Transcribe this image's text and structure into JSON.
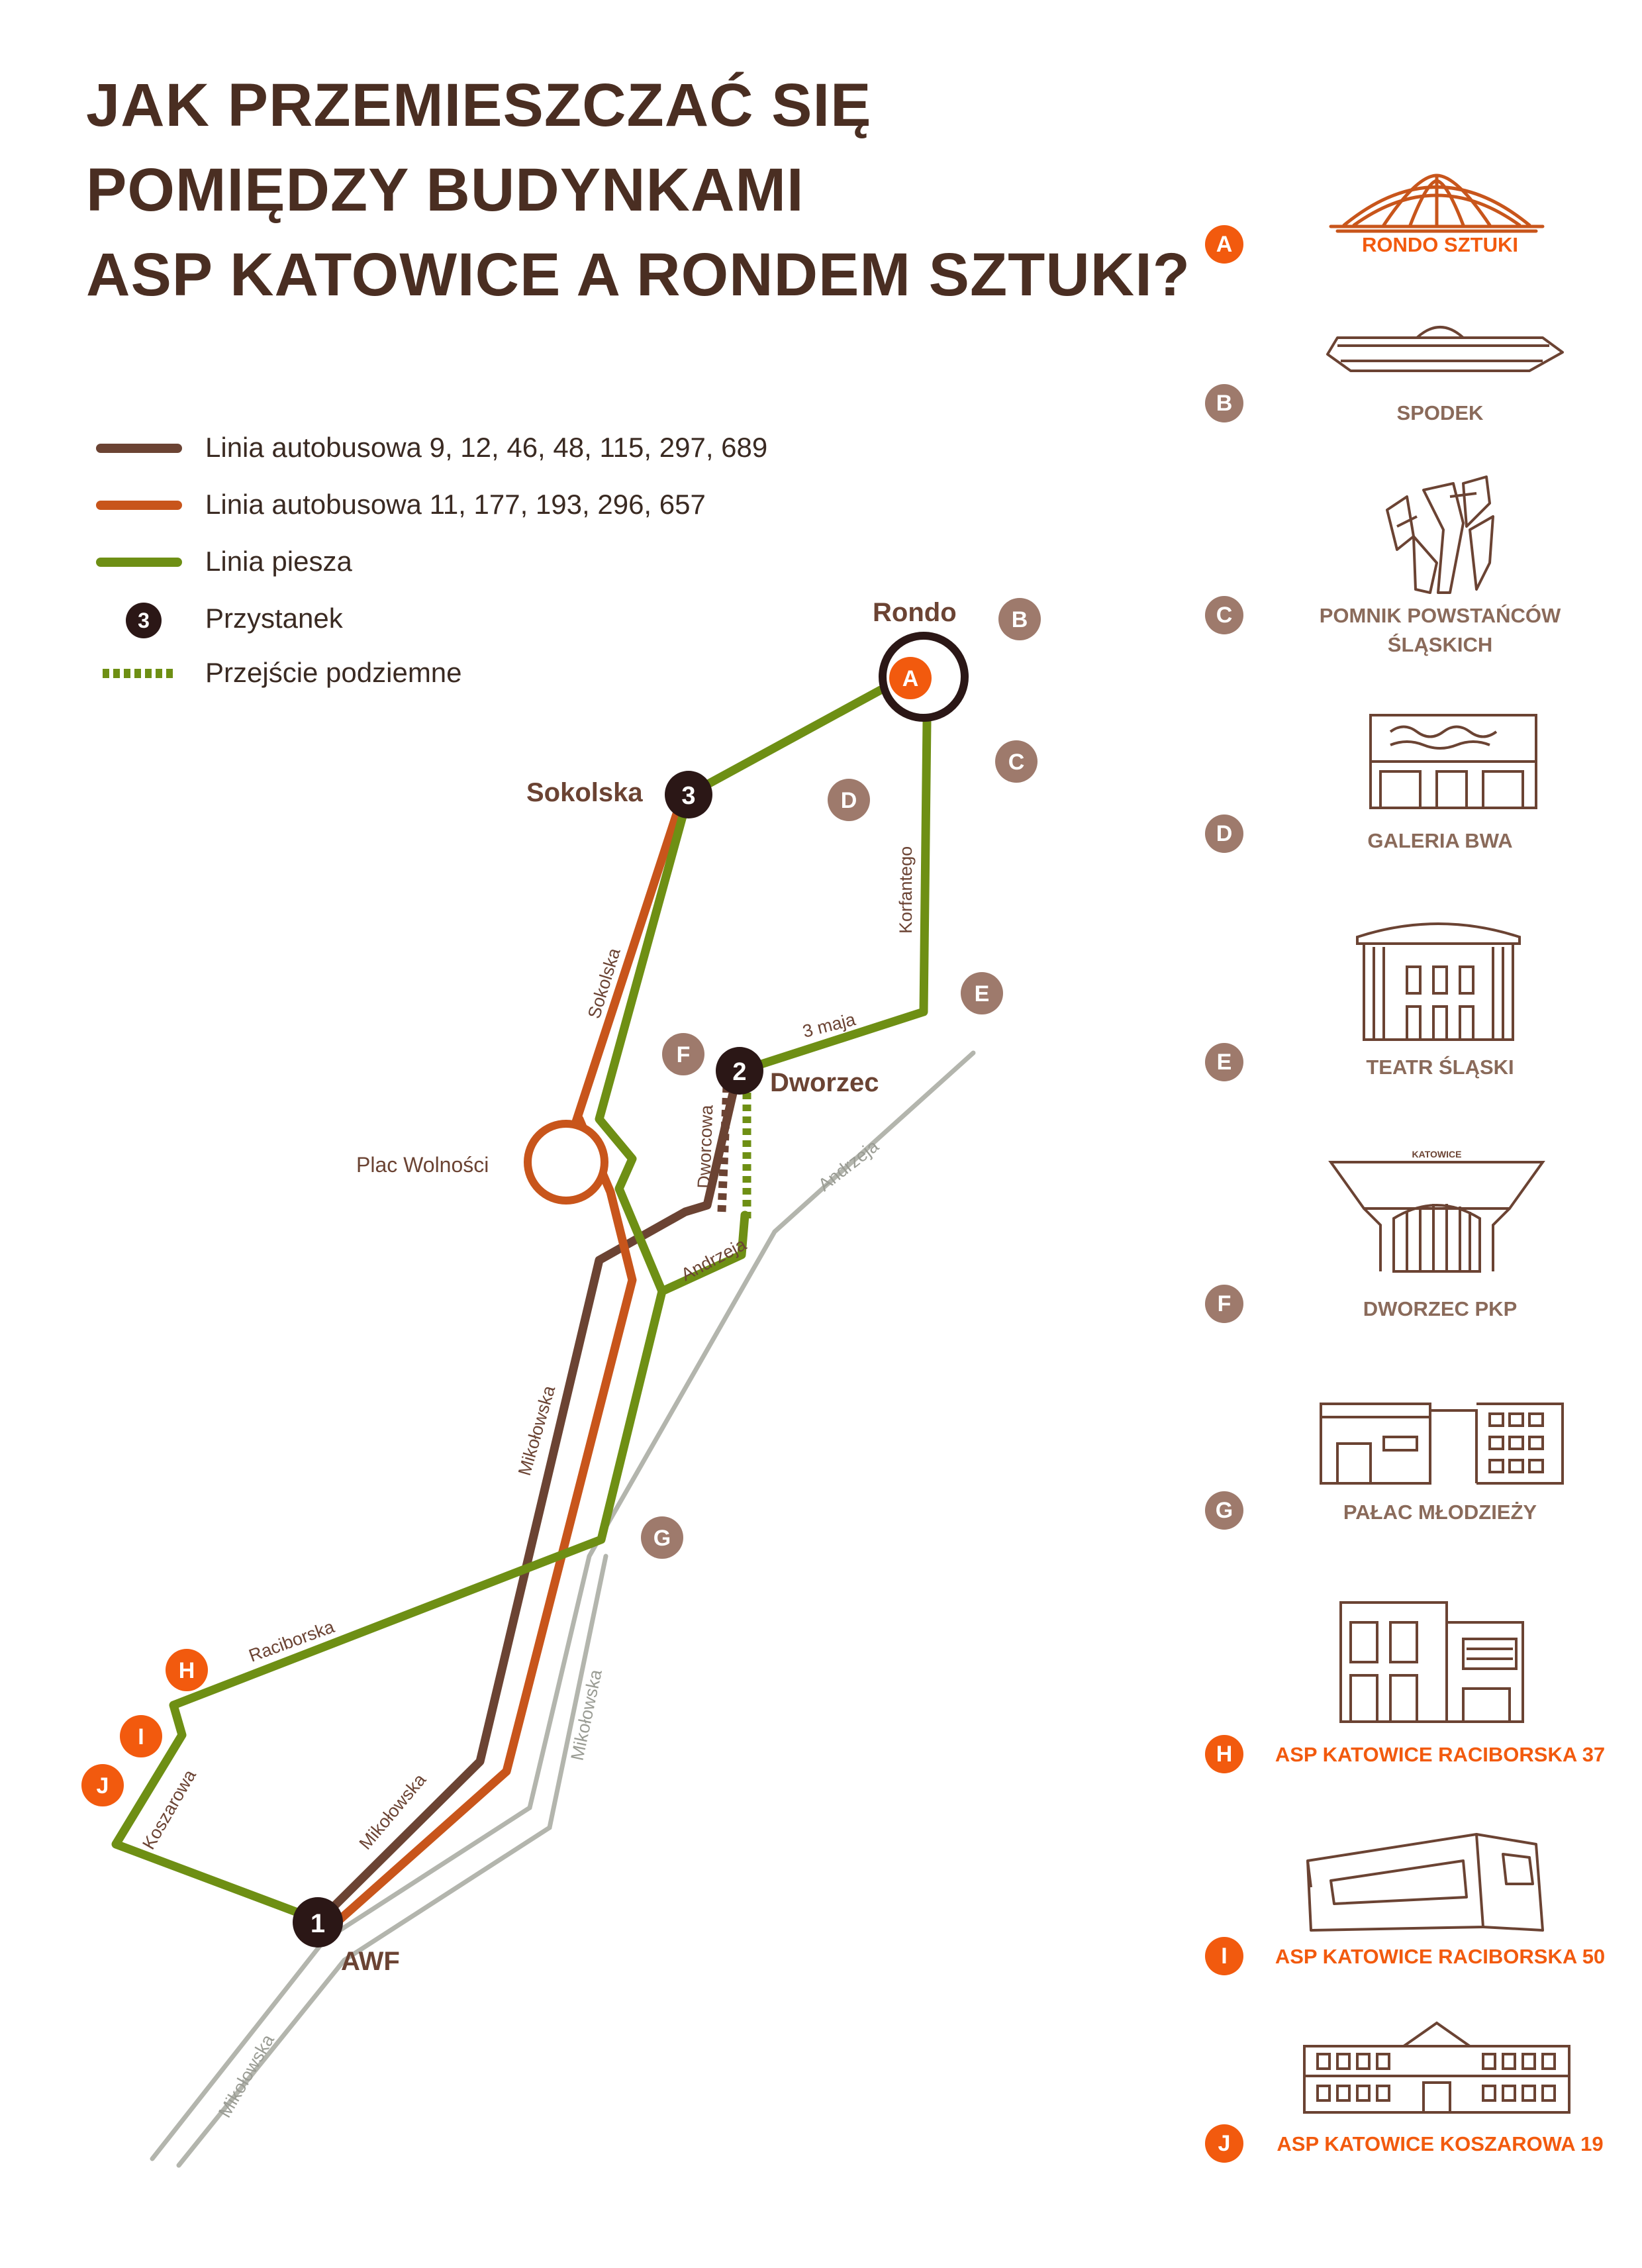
{
  "title": {
    "line1": "JAK PRZEMIESZCZAĆ SIĘ",
    "line2": "POMIĘDZY BUDYNKAMI",
    "line3": "ASP KATOWICE A RONDEM SZTUKI?"
  },
  "legend": {
    "bus_brown": "Linia autobusowa 9, 12, 46, 48, 115, 297, 689",
    "bus_orange": "Linia autobusowa 11, 177, 193, 296, 657",
    "walk": "Linia piesza",
    "stop_number": "3",
    "stop": "Przystanek",
    "underpass": "Przejście podziemne"
  },
  "colors": {
    "brown_line": "#6b4333",
    "orange_line": "#c8551b",
    "green_line": "#6e8f14",
    "grey_rail": "#b3b5ad",
    "stop_fill": "#2b1716",
    "badge_brown": "#9e7a6c",
    "badge_orange": "#f25a0e",
    "title": "#4a2e22"
  },
  "map": {
    "stops": [
      {
        "number": "1",
        "name": "AWF"
      },
      {
        "number": "2",
        "name": "Dworzec"
      },
      {
        "number": "3",
        "name": "Sokolska"
      }
    ],
    "place_labels": {
      "rondo": "Rondo",
      "plac": "Plac Wolności"
    },
    "street_labels": {
      "sokolska": "Sokolska",
      "korfantego": "Korfantego",
      "trzeciego_maja": "3 maja",
      "dworcowa": "Dworcowa",
      "andrzeja_green": "Andrzeja",
      "andrzeja_rail": "Andrzeja",
      "mikolowska_upper": "Mikołowska",
      "mikolowska_lower": "Mikołowska",
      "mikolowska_rail": "Mikołowska",
      "mikolowska_bottom": "Mikołowska",
      "raciborska": "Raciborska",
      "koszarowa": "Koszarowa"
    },
    "marker_letters": {
      "A": "A",
      "B": "B",
      "C": "C",
      "D": "D",
      "E": "E",
      "F": "F",
      "G": "G",
      "H": "H",
      "I": "I",
      "J": "J"
    }
  },
  "landmarks": [
    {
      "letter": "A",
      "name": "RONDO SZTUKI",
      "name2": "",
      "color": "orange",
      "icon": "rondo-sztuki-icon"
    },
    {
      "letter": "B",
      "name": "SPODEK",
      "name2": "",
      "color": "brown",
      "icon": "spodek-icon"
    },
    {
      "letter": "C",
      "name": "POMNIK POWSTAŃCÓW",
      "name2": "ŚLĄSKICH",
      "color": "brown",
      "icon": "monument-icon"
    },
    {
      "letter": "D",
      "name": "GALERIA BWA",
      "name2": "",
      "color": "brown",
      "icon": "gallery-icon"
    },
    {
      "letter": "E",
      "name": "TEATR ŚLĄSKI",
      "name2": "",
      "color": "brown",
      "icon": "theatre-icon"
    },
    {
      "letter": "F",
      "name": "DWORZEC PKP",
      "name2": "",
      "color": "brown",
      "icon": "station-icon",
      "sign": "KATOWICE"
    },
    {
      "letter": "G",
      "name": "PAŁAC MŁODZIEŻY",
      "name2": "",
      "color": "brown",
      "icon": "youth-palace-icon"
    },
    {
      "letter": "H",
      "name": "ASP KATOWICE RACIBORSKA 37",
      "name2": "",
      "color": "orange",
      "icon": "asp-raciborska-37-icon"
    },
    {
      "letter": "I",
      "name": "ASP KATOWICE RACIBORSKA 50",
      "name2": "",
      "color": "orange",
      "icon": "asp-raciborska-50-icon"
    },
    {
      "letter": "J",
      "name": "ASP KATOWICE KOSZAROWA 19",
      "name2": "",
      "color": "orange",
      "icon": "asp-koszarowa-19-icon"
    }
  ]
}
